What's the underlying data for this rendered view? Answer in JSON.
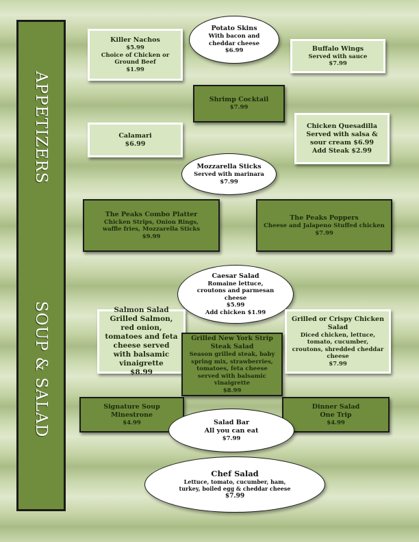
{
  "sections": {
    "appetizers": "APPETIZERS",
    "soup_salad": "SOUP & SALAD"
  },
  "items": {
    "killer_nachos": {
      "name": "Killer Nachos",
      "price": "$5.99",
      "desc": "Choice of Chicken or Ground Beef",
      "price2": "$1.99"
    },
    "potato_skins": {
      "name": "Potato Skins",
      "desc": "With bacon and cheddar cheese",
      "price": "$6.99"
    },
    "buffalo_wings": {
      "name": "Buffalo Wings",
      "desc": "Served with sauce",
      "price": "$7.99"
    },
    "shrimp_cocktail": {
      "name": "Shrimp Cocktail",
      "price": "$7.99"
    },
    "calamari": {
      "name": "Calamari",
      "price": "$6.99"
    },
    "chicken_quesadilla": {
      "name": "Chicken Quesadilla",
      "desc": "Served with salsa & sour cream $6.99",
      "extra": "Add Steak $2.99"
    },
    "mozzarella_sticks": {
      "name": "Mozzarella Sticks",
      "desc": "Served with marinara",
      "price": "$7.99"
    },
    "combo_platter": {
      "name": "The Peaks Combo Platter",
      "desc": "Chicken Strips, Onion Rings, waffle fries, Mozzarella Sticks",
      "price": "$9.99"
    },
    "peaks_poppers": {
      "name": "The Peaks Poppers",
      "desc": "Cheese and Jalapeno Stuffed chicken",
      "price": "$7.99"
    },
    "caesar_salad": {
      "name": "Caesar Salad",
      "desc": "Romaine lettuce, croutons and parmesan cheese",
      "price": "$5.99",
      "extra": "Add chicken $1.99"
    },
    "salmon_salad": {
      "name": "Salmon Salad",
      "desc": "Grilled Salmon, red onion, tomatoes and feta cheese served with balsamic vinaigrette",
      "price": "$8.99"
    },
    "ny_strip_salad": {
      "name": "Grilled New York Strip Steak Salad",
      "desc": "Season grilled steak, baby spring mix, strawberries, tomatoes, feta cheese served with balsamic vinaigrette",
      "price": "$8.99"
    },
    "grilled_chicken_salad": {
      "name": "Grilled or Crispy Chicken Salad",
      "desc": "Diced chicken, lettuce, tomato, cucumber, croutons, shredded cheddar cheese",
      "price": "$7.99"
    },
    "signature_soup": {
      "name": "Signature Soup",
      "sub": "Minestrone",
      "price": "$4.99"
    },
    "salad_bar": {
      "name": "Salad Bar",
      "sub": "All you can eat",
      "price": "$7.99"
    },
    "dinner_salad": {
      "name": "Dinner Salad",
      "sub": "One Trip",
      "price": "$4.99"
    },
    "chef_salad": {
      "name": "Chef Salad",
      "desc": "Lettuce, tomato, cucumber, ham, turkey, boiled egg & cheddar cheese",
      "price": "$7.99"
    }
  }
}
